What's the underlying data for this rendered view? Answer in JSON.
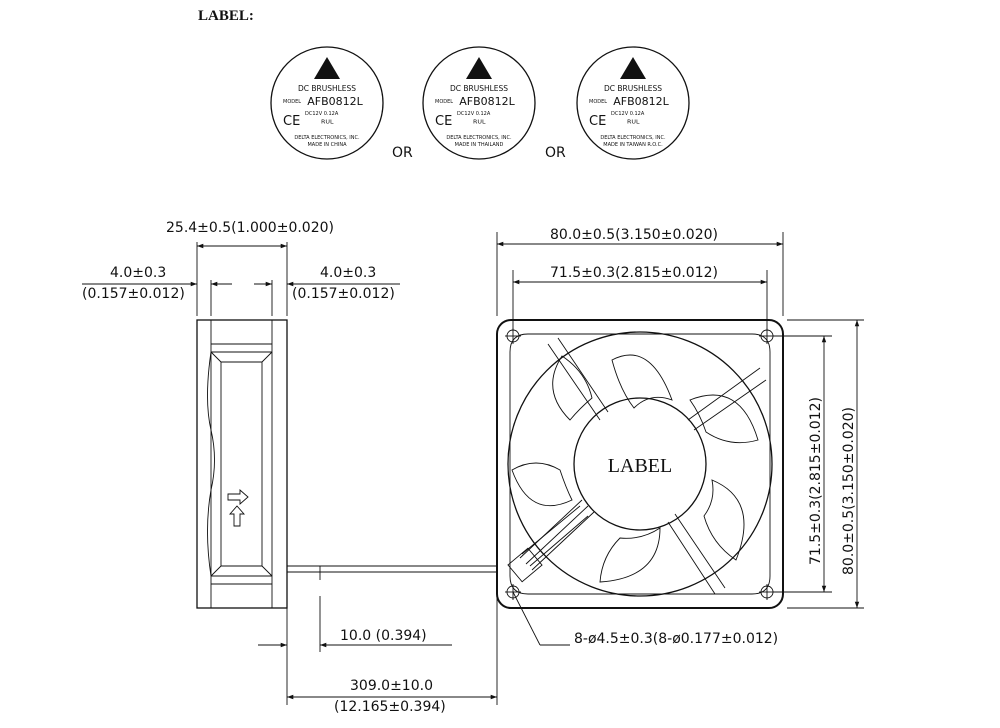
{
  "heading": "LABEL:",
  "labels": [
    {
      "line1": "DC BRUSHLESS",
      "model_prefix": "MODEL",
      "model": "AFB0812L",
      "ratings": "DC12V   0.12A",
      "maker": "DELTA ELECTRONICS, INC.",
      "origin": "MADE IN CHINA"
    },
    {
      "line1": "DC BRUSHLESS",
      "model_prefix": "MODEL",
      "model": "AFB0812L",
      "ratings": "DC12V   0.12A",
      "maker": "DELTA ELECTRONICS, INC.",
      "origin": "MADE IN THAILAND"
    },
    {
      "line1": "DC BRUSHLESS",
      "model_prefix": "MODEL",
      "model": "AFB0812L",
      "ratings": "DC12V   0.12A",
      "maker": "DELTA ELECTRONICS, INC.",
      "origin": "MADE IN TAIWAN R.O.C."
    }
  ],
  "or_text": "OR",
  "hub_label": "LABEL",
  "dimensions": {
    "depth": "25.4±0.5(1.000±0.020)",
    "flange_left_1": "4.0±0.3",
    "flange_left_2": "(0.157±0.012)",
    "flange_right_1": "4.0±0.3",
    "flange_right_2": "(0.157±0.012)",
    "width_overall": "80.0±0.5(3.150±0.020)",
    "width_holes": "71.5±0.3(2.815±0.012)",
    "height_holes": "71.5±0.3(2.815±0.012)",
    "height_overall": "80.0±0.5(3.150±0.020)",
    "strip": "10.0 (0.394)",
    "lead_1": "309.0±10.0",
    "lead_2": "(12.165±0.394)",
    "holes": "8-ø4.5±0.3(8-ø0.177±0.012)"
  }
}
